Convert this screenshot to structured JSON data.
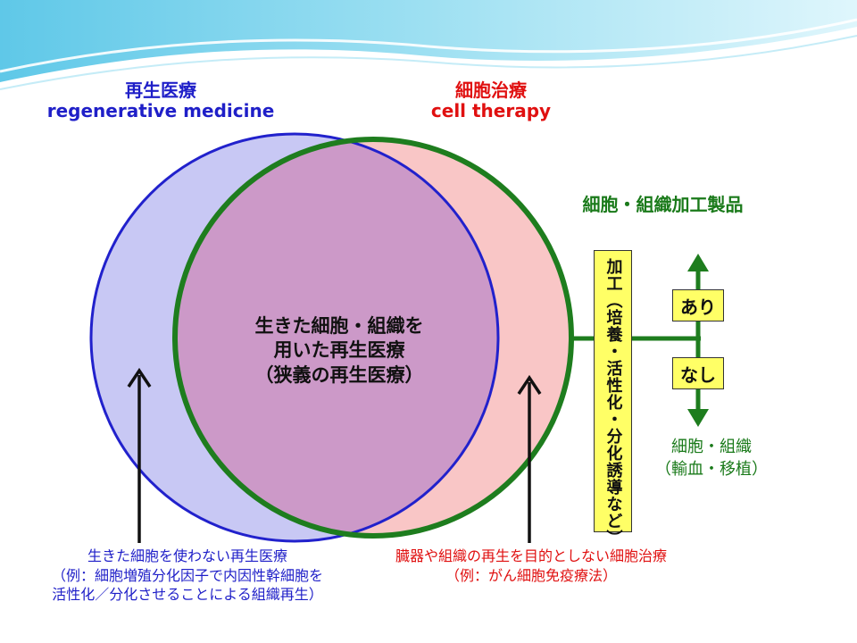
{
  "regenerative_medicine": {
    "ja": "再生医療",
    "en": "regenerative medicine"
  },
  "cell_therapy": {
    "ja": "細胞治療",
    "en": "cell therapy"
  },
  "product_title": "細胞・組織加工製品",
  "center_text": [
    "生きた細胞・組織を",
    "用いた再生医療",
    "（狭義の再生医療）"
  ],
  "process_label": "加工（培養・活性化・分化誘導など）",
  "ari_label": "あり",
  "nashi_label": "なし",
  "transfusion_text": [
    "細胞・組織",
    "（輸血・移植）"
  ],
  "left_note": [
    "生きた細胞を使わない再生医療",
    "（例：細胞増殖分化因子で内因性幹細胞を",
    "活性化／分化させることによる組織再生）"
  ],
  "right_note": [
    "臓器や組織の再生を目的としない細胞治療",
    "（例：がん細胞免疫療法）"
  ],
  "colors": {
    "regen_fill": "#c8c8f4",
    "regen_stroke": "#2121cc",
    "cell_fill": "#f9c6c6",
    "cell_stroke": "#1e7d1e",
    "overlap_fill": "#cc99c8",
    "label_box_fill": "#ffff66",
    "wave_top": "#5fc8e8"
  }
}
